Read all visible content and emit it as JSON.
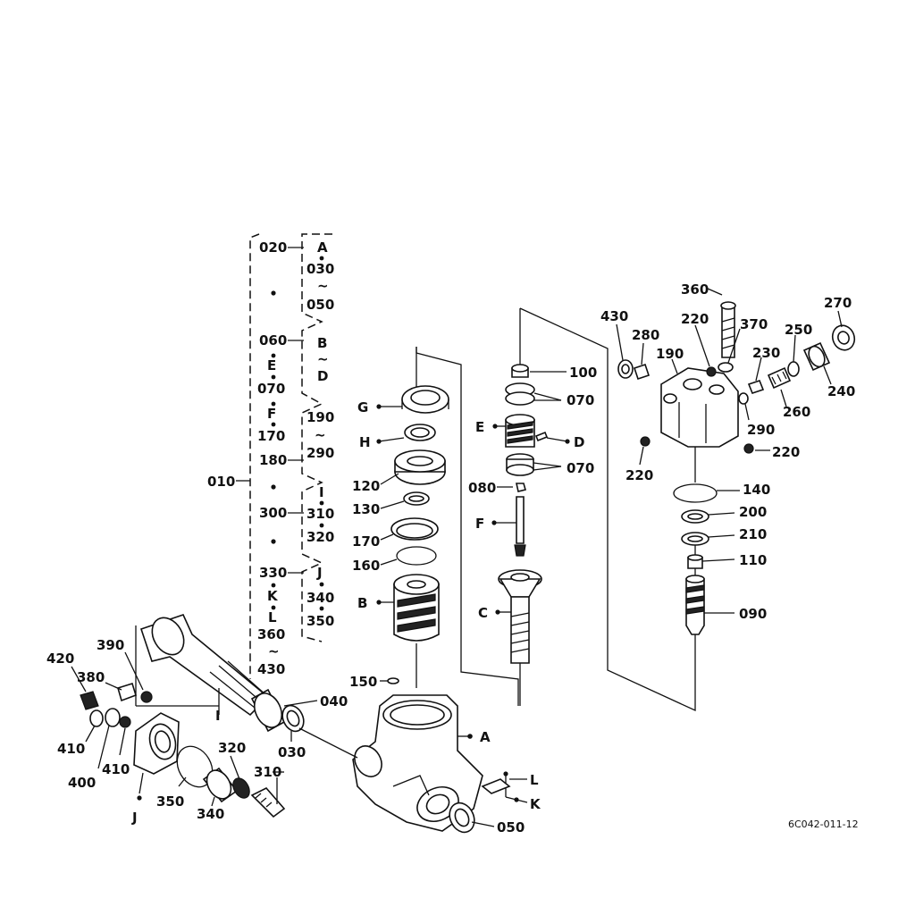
{
  "legend": {
    "group": "010",
    "left": [
      "020",
      "060",
      "E",
      "070",
      "F",
      "170",
      "180",
      "300",
      "330",
      "K",
      "L",
      "360",
      "~",
      "430"
    ],
    "right": [
      "A",
      "030",
      "~",
      "050",
      "B",
      "~",
      "D",
      "190",
      "~",
      "290",
      "I",
      "310",
      "320",
      "J",
      "340",
      "350"
    ]
  },
  "parts": {
    "p040": "040",
    "p030": "030",
    "p050": "050",
    "pA": "A",
    "p150": "150",
    "pL": "L",
    "pK": "K",
    "p420": "420",
    "p390": "390",
    "p380": "380",
    "p410a": "410",
    "p410b": "410",
    "p400": "400",
    "p350": "350",
    "p340": "340",
    "p320": "320",
    "p310": "310",
    "pJ": "J",
    "pI": "I",
    "pG": "G",
    "pH": "H",
    "p120": "120",
    "p130": "130",
    "p170": "170",
    "p160": "160",
    "pB": "B",
    "p100": "100",
    "p070a": "070",
    "pE": "E",
    "pD": "D",
    "p070b": "070",
    "p080": "080",
    "pF": "F",
    "pC": "C",
    "p360": "360",
    "p430": "430",
    "p280": "280",
    "p220a": "220",
    "p370": "370",
    "p190": "190",
    "p230": "230",
    "p250": "250",
    "p270": "270",
    "p240": "240",
    "p290": "290",
    "p260": "260",
    "p220b": "220",
    "p220c": "220",
    "p140": "140",
    "p200": "200",
    "p210": "210",
    "p110": "110",
    "p090": "090"
  },
  "drawing_id": "6C042-011-12"
}
